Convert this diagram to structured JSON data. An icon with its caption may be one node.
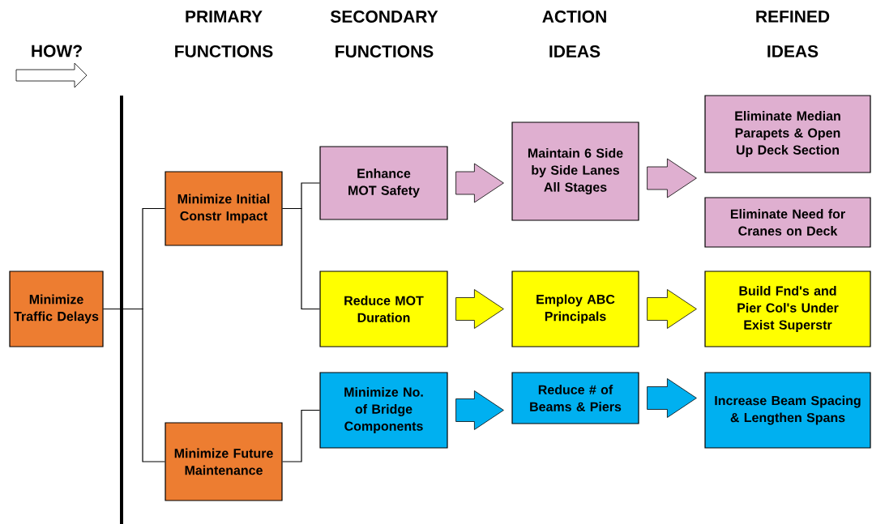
{
  "diagram": {
    "nodes": [
      {
        "text": [
          "Minimize Traffic Delays"
        ]
      },
      {
        "text": [
          "Minimize Initial Constr Impact"
        ]
      },
      {
        "text": [
          "Minimize Future Maintenance"
        ]
      },
      {
        "text": [
          "Enhance MOT Safety"
        ]
      },
      {
        "text": [
          "Reduce MOT Duration"
        ]
      },
      {
        "text": [
          "Minimize No. of Bridge Components"
        ]
      },
      {
        "text": [
          "Maintain 6 Side by Side Lanes All Stages"
        ]
      },
      {
        "text": [
          "Employ ABC Principals"
        ]
      },
      {
        "text": [
          "Reduce # of Beams & Piers"
        ]
      },
      {
        "text": [
          "Eliminate Median Parapets & Open Up Deck Section"
        ]
      },
      {
        "text": [
          "Eliminate Need for Cranes on Deck"
        ]
      },
      {
        "text": [
          "Build Fnd's and Pier Col's Under Exist Superstr"
        ]
      },
      {
        "text": [
          "Increase Beam Spacing & Lengthen Spans"
        ]
      }
    ],
    "edges": [
      {
        "from": 0,
        "to": 1,
        "arrow": "none"
      },
      {
        "from": 0,
        "to": 2,
        "arrow": "none"
      },
      {
        "from": 1,
        "to": 3,
        "arrow": "none"
      },
      {
        "from": 1,
        "to": 4,
        "arrow": "none"
      },
      {
        "from": 2,
        "to": 5,
        "arrow": "none"
      },
      {
        "from": 3,
        "to": 6,
        "arrow": "to",
        "color": "#dfafd0"
      },
      {
        "from": 6,
        "to": 9,
        "arrow": "to",
        "color": "#dfafd0"
      },
      {
        "from": 6,
        "to": 10,
        "arrow": "to",
        "color": "#dfafd0"
      },
      {
        "from": 4,
        "to": 7,
        "arrow": "to",
        "color": "#ffff00"
      },
      {
        "from": 7,
        "to": 11,
        "arrow": "to",
        "color": "#ffff00"
      },
      {
        "from": 5,
        "to": 8,
        "arrow": "to",
        "color": "#00b0f0"
      },
      {
        "from": 8,
        "to": 12,
        "arrow": "to",
        "color": "#00b0f0"
      }
    ],
    "labels": [
      "HOW?",
      "PRIMARY FUNCTIONS",
      "SECONDARY FUNCTIONS",
      "ACTION IDEAS",
      "REFINED IDEAS"
    ]
  }
}
